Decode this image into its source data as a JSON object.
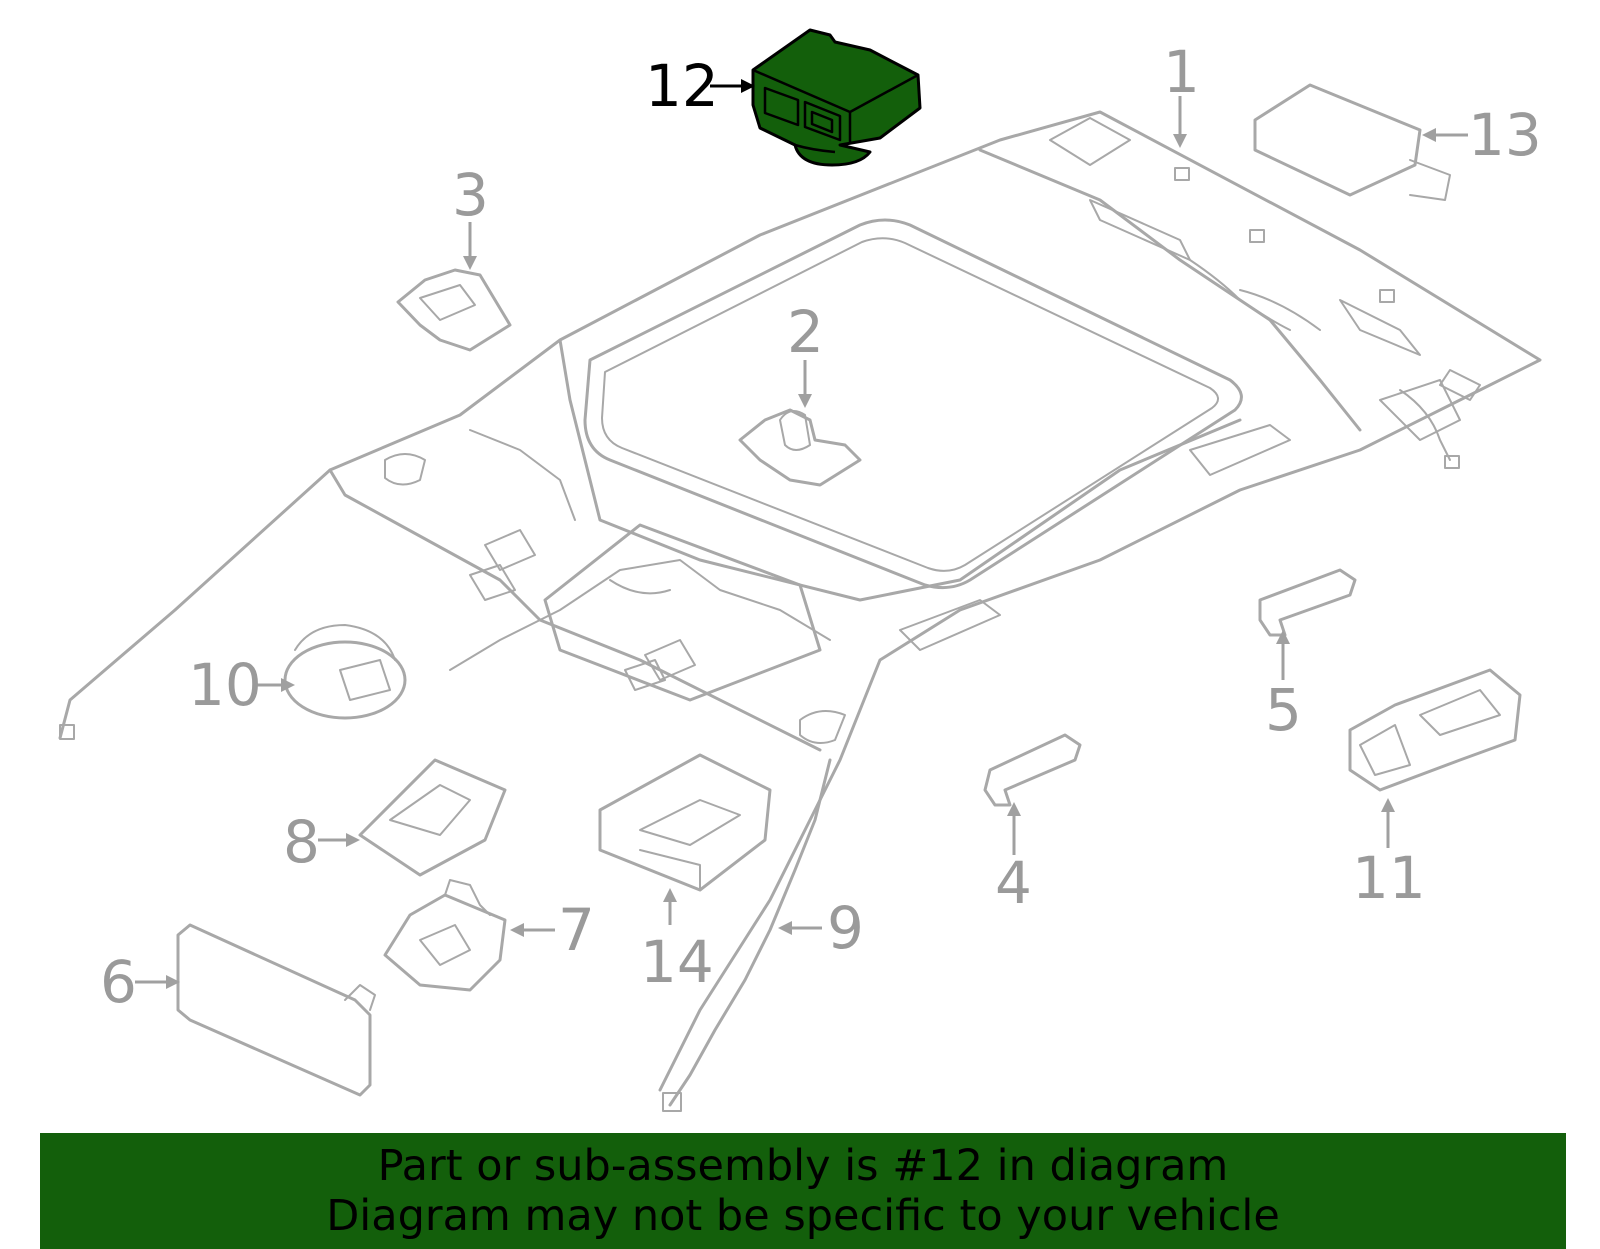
{
  "banner": {
    "line1": "Part or sub-assembly is #12 in diagram",
    "line2": "Diagram may not be specific to your vehicle",
    "background": "#135f0b"
  },
  "highlight_color": "#135f0b",
  "highlighted_part": "12",
  "callouts": {
    "c1": "1",
    "c2": "2",
    "c3": "3",
    "c4": "4",
    "c5": "5",
    "c6": "6",
    "c7": "7",
    "c8": "8",
    "c9": "9",
    "c10": "10",
    "c11": "11",
    "c12": "12",
    "c13": "13",
    "c14": "14"
  }
}
